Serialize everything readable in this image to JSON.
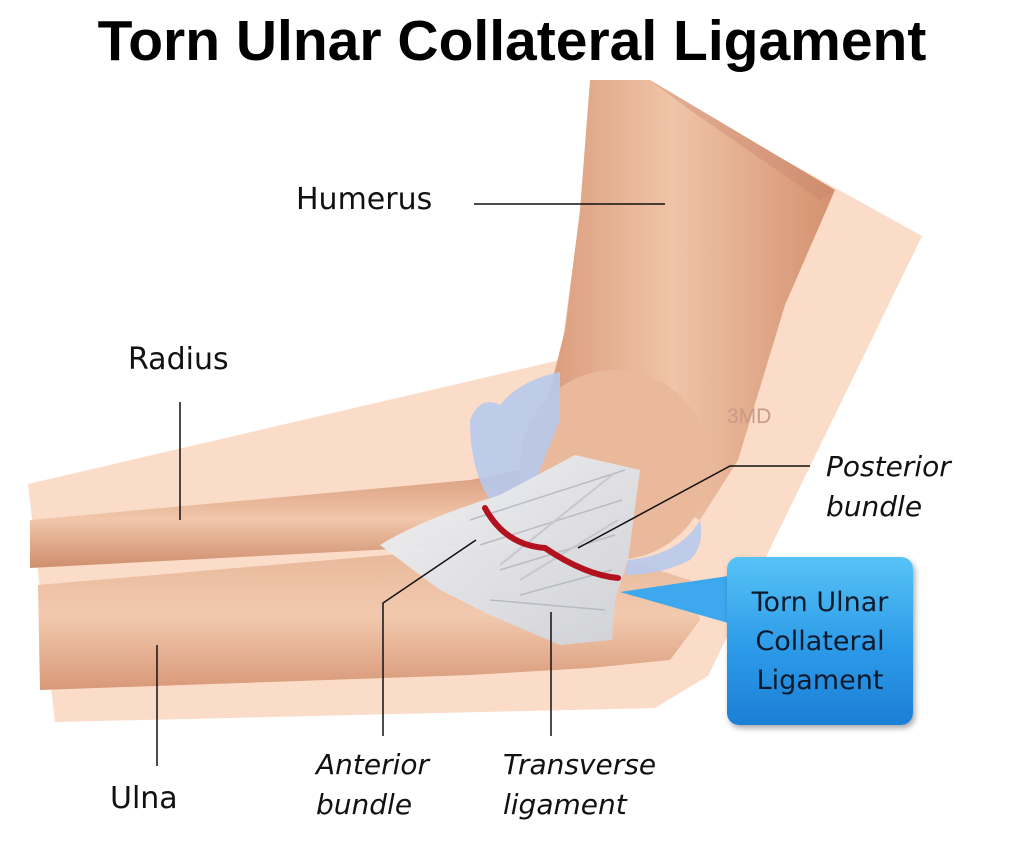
{
  "title": "Torn Ulnar Collateral Ligament",
  "labels": {
    "humerus": "Humerus",
    "radius": "Radius",
    "ulna": "Ulna",
    "posterior_bundle": [
      "Posterior",
      "bundle"
    ],
    "anterior_bundle": [
      "Anterior",
      "bundle"
    ],
    "transverse_ligament": [
      "Transverse",
      "ligament"
    ]
  },
  "callout": [
    "Torn Ulnar",
    "Collateral",
    "Ligament"
  ],
  "watermark": "3MD",
  "colors": {
    "skin": "#fbdcc9",
    "bone": "#e2ab8c",
    "ligament": "#e6e8ec",
    "cartilage": "#b7c9ec",
    "tear": "#b1121e",
    "callout": "#2c9ae8"
  }
}
